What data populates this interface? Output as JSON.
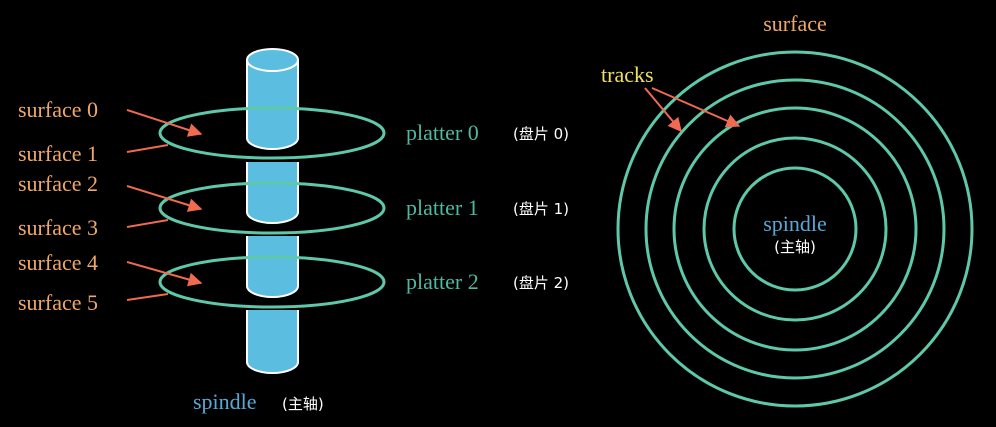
{
  "colors": {
    "background": "#000000",
    "surface_label": "#f0a868",
    "platter_label": "#4fb8a0",
    "platter_ring": "#5ec8a8",
    "spindle_fill": "#5bbde0",
    "spindle_label": "#58a8d8",
    "arrow": "#ee6a50",
    "tracks_label": "#f0e060",
    "cn_text": "#ffffff"
  },
  "left_diagram": {
    "surface_labels": [
      "surface 0",
      "surface 1",
      "surface 2",
      "surface 3",
      "surface 4",
      "surface 5"
    ],
    "platters": [
      {
        "name": "platter 0",
        "cn": "(盘片 0)"
      },
      {
        "name": "platter 1",
        "cn": "(盘片 1)"
      },
      {
        "name": "platter 2",
        "cn": "(盘片 2)"
      }
    ],
    "spindle": {
      "name": "spindle",
      "cn": "(主轴)"
    }
  },
  "right_diagram": {
    "surface_label": "surface",
    "tracks_label": "tracks",
    "spindle": {
      "name": "spindle",
      "cn": "(主轴)"
    }
  }
}
